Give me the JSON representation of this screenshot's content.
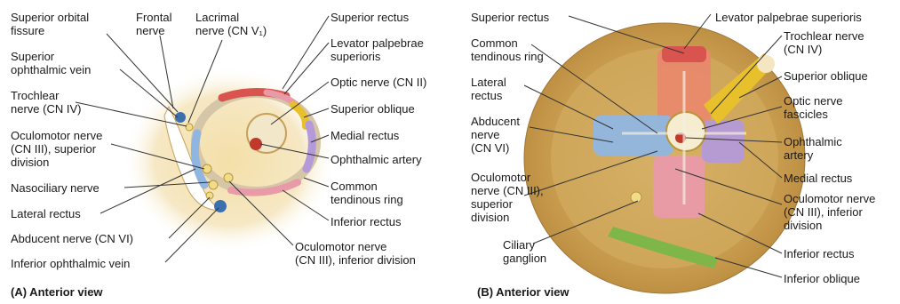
{
  "panel_a": {
    "caption": "(A) Anterior view",
    "left_labels": [
      "Superior orbital\nfissure",
      "Frontal\nnerve",
      "Lacrimal\nnerve (CN V₁)",
      "Superior\nophthalmic vein",
      "Trochlear\nnerve (CN IV)",
      "Oculomotor nerve\n(CN III), superior\ndivision",
      "Nasociliary nerve",
      "Lateral rectus",
      "Abducent nerve (CN VI)",
      "Inferior ophthalmic vein"
    ],
    "right_labels": [
      "Superior rectus",
      "Levator palpebrae\nsuperioris",
      "Optic nerve (CN II)",
      "Superior oblique",
      "Medial rectus",
      "Ophthalmic artery",
      "Common\ntendinous ring",
      "Inferior rectus",
      "Oculomotor nerve\n(CN III), inferior division"
    ]
  },
  "panel_b": {
    "caption": "(B) Anterior view",
    "left_labels": [
      "Superior rectus",
      "Common\ntendinous ring",
      "Lateral\nrectus",
      "Abducent\nnerve\n(CN VI)",
      "Oculomotor\nnerve (CN III),\nsuperior\ndivision",
      "Ciliary\nganglion"
    ],
    "right_labels": [
      "Levator palpebrae superioris",
      "Trochlear nerve\n(CN IV)",
      "Superior oblique",
      "Optic nerve\nfascicles",
      "Ophthalmic\nartery",
      "Medial rectus",
      "Oculomotor nerve\n(CN III), inferior\ndivision",
      "Inferior rectus",
      "Inferior oblique"
    ]
  },
  "colors": {
    "bone": "#e3c88e",
    "bone_dark": "#c9a05a",
    "muscle_red": "#d9534f",
    "muscle_pink": "#e99aa8",
    "muscle_blue": "#8fb6e0",
    "muscle_purple": "#b49ad8",
    "muscle_yellow": "#e8c02c",
    "muscle_green": "#7fb64a",
    "leader": "#333333"
  }
}
